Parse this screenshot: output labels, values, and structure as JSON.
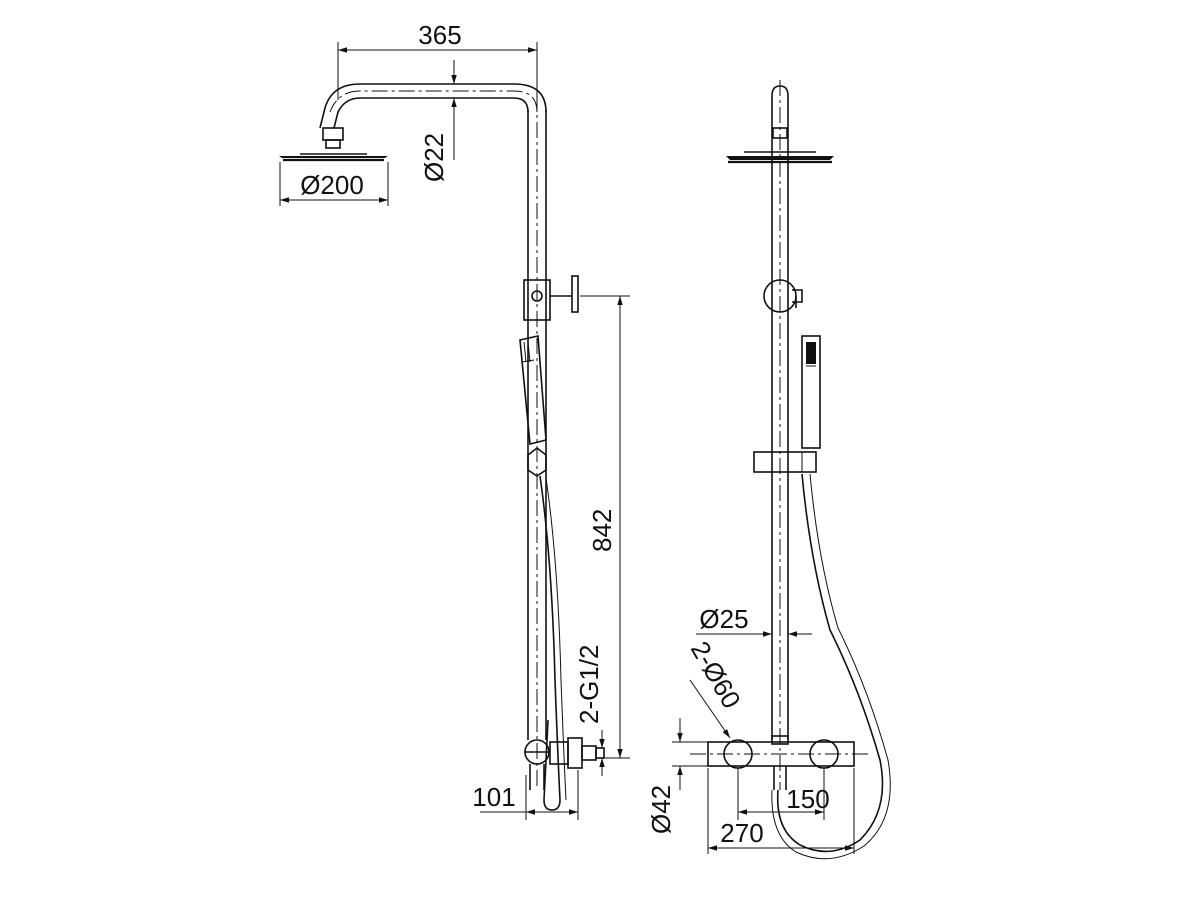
{
  "side_view": {
    "dim_arm_length": "365",
    "dim_head_diameter": "Ø200",
    "dim_arm_pipe_diameter": "Ø22",
    "dim_height": "842",
    "dim_inlet_thread": "2-G1/2",
    "dim_wall_offset": "101"
  },
  "front_view": {
    "dim_riser_diameter": "Ø25",
    "dim_handle_diameter": "2-Ø60",
    "dim_body_diameter": "Ø42",
    "dim_inlet_spacing": "150",
    "dim_body_length": "270"
  },
  "colors": {
    "line": "#111111",
    "background": "#ffffff"
  }
}
